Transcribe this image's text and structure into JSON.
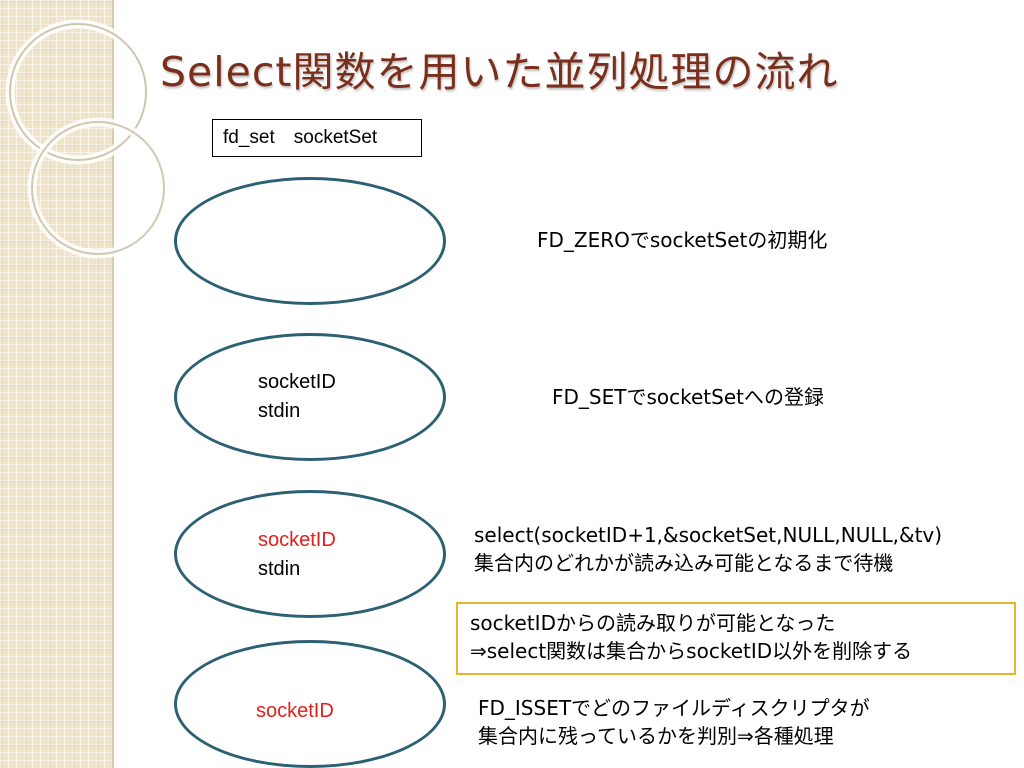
{
  "slide": {
    "title": "Select関数を用いた並列処理の流れ",
    "fdset_label": "fd_set　socketSet"
  },
  "ellipses": [
    {
      "lines": []
    },
    {
      "lines": [
        "socketID",
        "stdin"
      ]
    },
    {
      "lines": [
        "socketID",
        "stdin"
      ],
      "highlight_color": "#e0201b"
    },
    {
      "lines": [
        "socketID"
      ],
      "highlight_color": "#e0201b"
    }
  ],
  "steps": [
    {
      "lines": [
        "FD_ZEROでsocketSetの初期化"
      ]
    },
    {
      "lines": [
        "FD_SETでsocketSetへの登録"
      ]
    },
    {
      "lines": [
        "select(socketID+1,&socketSet,NULL,NULL,&tv)",
        "集合内のどれかが読み込み可能となるまで待機"
      ]
    },
    {
      "lines": [
        "socketIDからの読み取りが可能となった",
        "⇒select関数は集合からsocketID以外を削除する"
      ]
    },
    {
      "lines": [
        "FD_ISSETでどのファイルディスクリプタが",
        "集合内に残っているかを判別⇒各種処理"
      ]
    }
  ],
  "colors": {
    "title": "#7a2e1c",
    "ellipse_stroke": "#2c6073",
    "highlight_border": "#e4b828",
    "sidebar": "#efe4c7"
  }
}
